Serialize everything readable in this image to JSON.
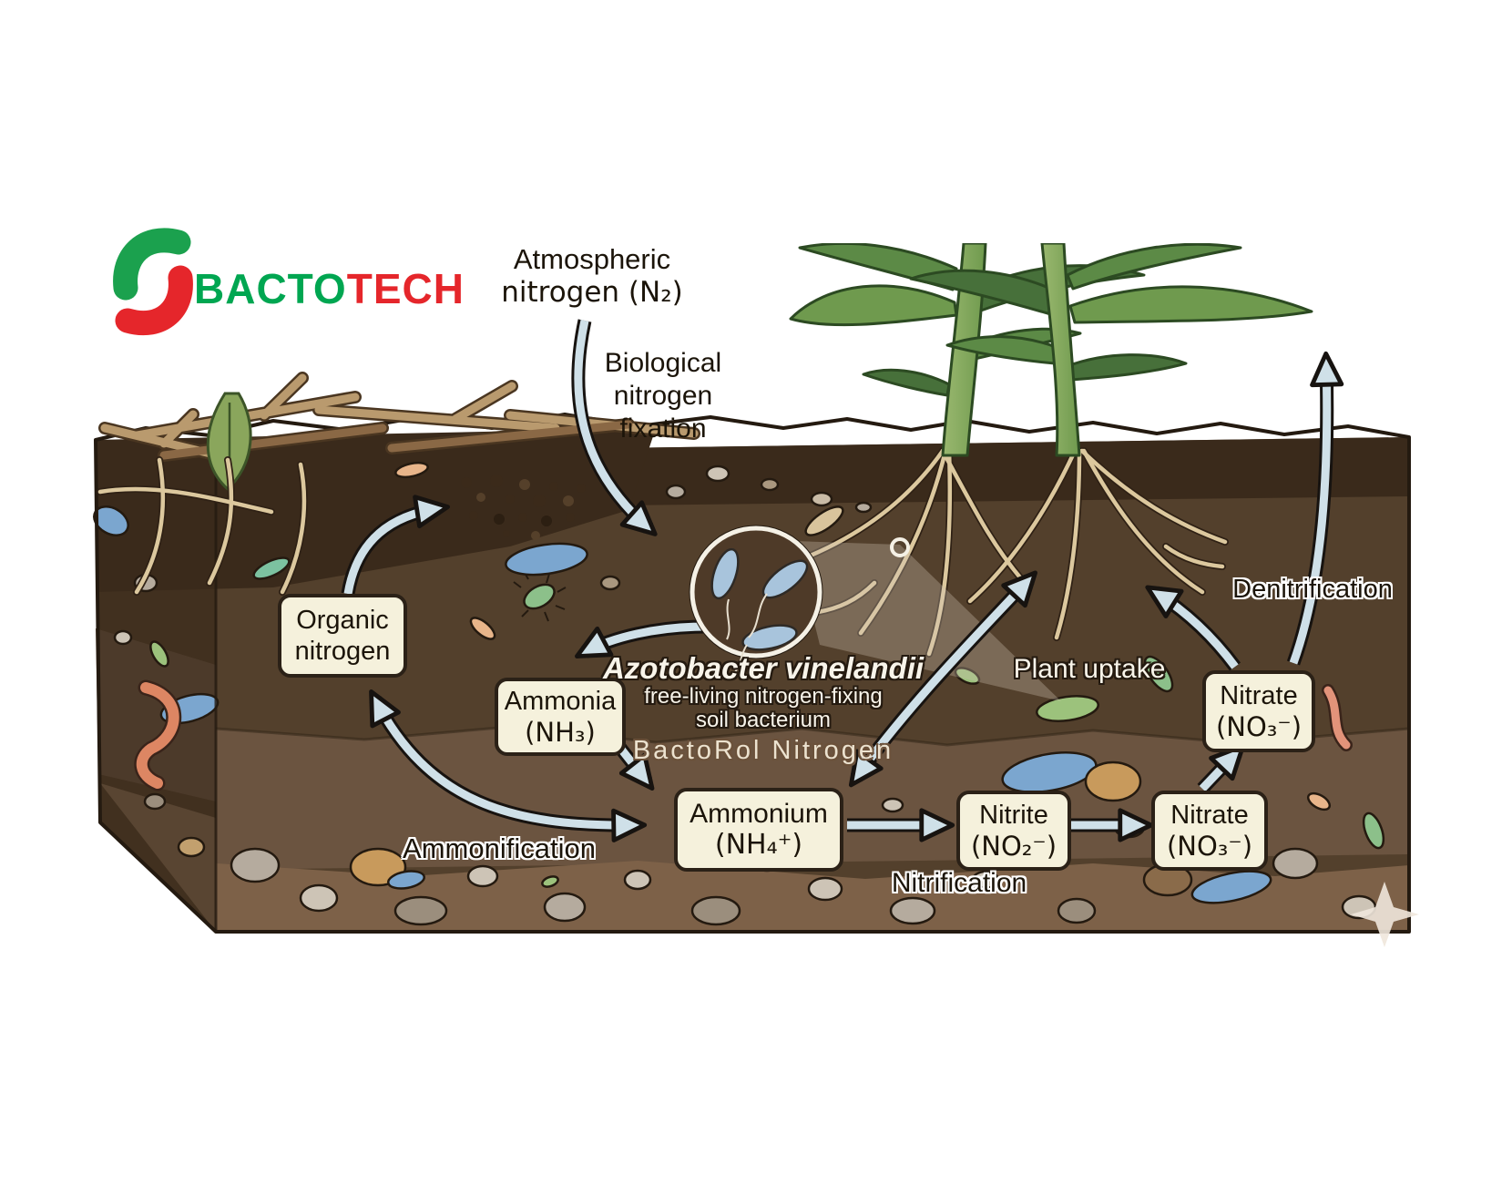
{
  "logo": {
    "brand_part1": "BACTO",
    "brand_part2": "TECH",
    "icon": "bacteria-swirl-icon",
    "green": "#00a651",
    "red": "#e5262b"
  },
  "atmosphere": {
    "line1": "Atmospheric",
    "line2": "nitrogen (N₂)"
  },
  "fixation": {
    "line1": "Biological",
    "line2": "nitrogen",
    "line3": "fixation"
  },
  "organism": {
    "name": "Azotobacter vinelandii",
    "desc_line1": "free-living nitrogen-fixing",
    "desc_line2": "soil bacterium",
    "watermark": "BactoRol Nitrogen"
  },
  "nodes": {
    "organic": {
      "line1": "Organic",
      "line2": "nitrogen"
    },
    "ammonia": {
      "line1": "Ammonia",
      "line2": "(NH₃)"
    },
    "ammonium": {
      "line1": "Ammonium",
      "line2": "(NH₄⁺)"
    },
    "nitrite": {
      "line1": "Nitrite",
      "line2": "(NO₂⁻)"
    },
    "nitrate_soil": {
      "line1": "Nitrate",
      "line2": "(NO₃⁻)"
    },
    "nitrate_deep": {
      "line1": "Nitrate",
      "line2": "(NO₃⁻)"
    }
  },
  "process_labels": {
    "ammonification": "Ammonification",
    "nitrification": "Nitrification",
    "plant_uptake": "Plant uptake",
    "denitrification": "Denitrification"
  },
  "colors": {
    "arrow_fill": "#cfe0e8",
    "arrow_outline": "#171310",
    "box_bg": "#f5f1dc",
    "box_border": "#2b2117",
    "soil_dark": "#4e3a29",
    "soil_mid": "#6b5440",
    "soil_light": "#7d6148",
    "plant_green": "#6f9a4e",
    "sky": "#ffffff"
  }
}
